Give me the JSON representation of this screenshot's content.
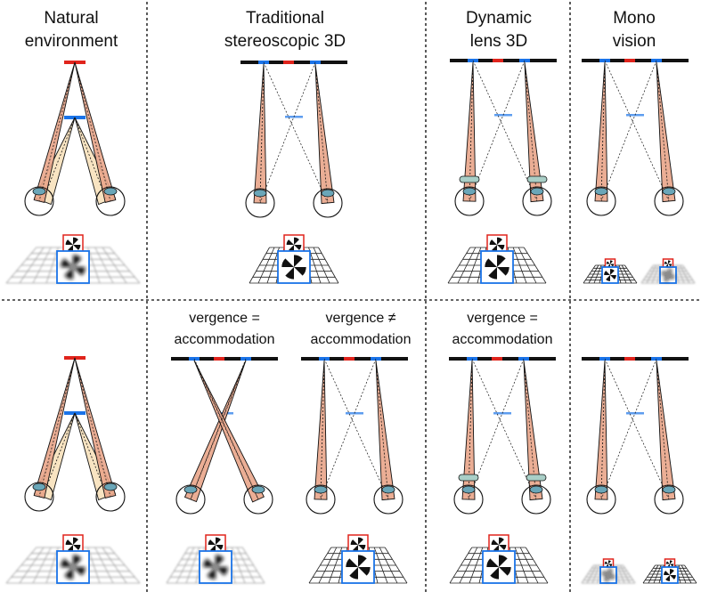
{
  "columns": [
    {
      "id": "natural",
      "title": [
        "Natural",
        "environment"
      ]
    },
    {
      "id": "traditional",
      "title": [
        "Traditional",
        "stereoscopic 3D"
      ]
    },
    {
      "id": "dynamic",
      "title": [
        "Dynamic",
        "lens 3D"
      ]
    },
    {
      "id": "mono",
      "title": [
        "Mono",
        "vision"
      ]
    }
  ],
  "bottom_labels": [
    {
      "id": "trad-equal",
      "line1": "vergence =",
      "line2": "accommodation"
    },
    {
      "id": "trad-notequal",
      "line1": "vergence ≠",
      "line2": "accommodation"
    },
    {
      "id": "dynamic-equal",
      "line1": "vergence =",
      "line2": "accommodation"
    }
  ],
  "colors": {
    "near_target": "#1a73e8",
    "far_target": "#e0241c",
    "screen": "#111111",
    "ray_fill": "#e9a58a",
    "focus_cone": "#f5d9a8",
    "lens": "#a9cfc7",
    "divider": "#333333"
  }
}
